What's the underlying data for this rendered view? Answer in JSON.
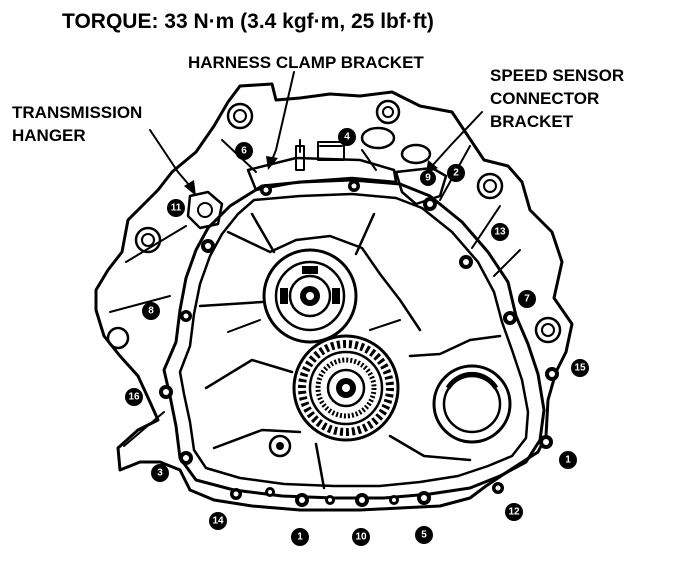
{
  "torque": "TORQUE: 33 N·m (3.4 kgf·m, 25 lbf·ft)",
  "labels": {
    "harness_clamp_bracket": "HARNESS CLAMP BRACKET",
    "transmission_hanger_1": "TRANSMISSION",
    "transmission_hanger_2": "HANGER",
    "speed_sensor_1": "SPEED SENSOR",
    "speed_sensor_2": "CONNECTOR",
    "speed_sensor_3": "BRACKET"
  },
  "bolts": [
    "1",
    "2",
    "3",
    "4",
    "5",
    "6",
    "7",
    "8",
    "9",
    "10",
    "11",
    "12",
    "13",
    "14",
    "15",
    "16"
  ],
  "colors": {
    "ink": "#000000",
    "paper": "#ffffff"
  }
}
